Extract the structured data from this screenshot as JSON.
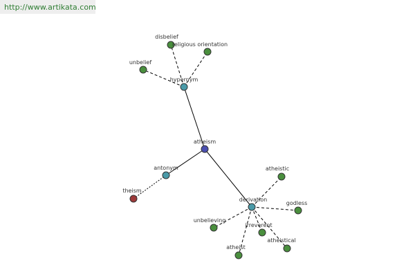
{
  "site_url": "http://www.artikata.com",
  "colors": {
    "center": "#4a4fb0",
    "relation": "#4a9aa8",
    "word": "#4a8f3e",
    "antonym_word": "#9e3a3a"
  },
  "nodes": {
    "atheism": "atheism",
    "hypernym": "hypernym",
    "antonym": "antonym",
    "derivation": "derivation",
    "disbelief": "disbelief",
    "religious_orientation": "religious orientation",
    "unbelief": "unbelief",
    "theism": "theism",
    "atheistic": "atheistic",
    "godless": "godless",
    "unbelieving": "unbelieving",
    "irreverent": "irreverent",
    "atheistical": "atheistical",
    "atheist": "atheist"
  }
}
